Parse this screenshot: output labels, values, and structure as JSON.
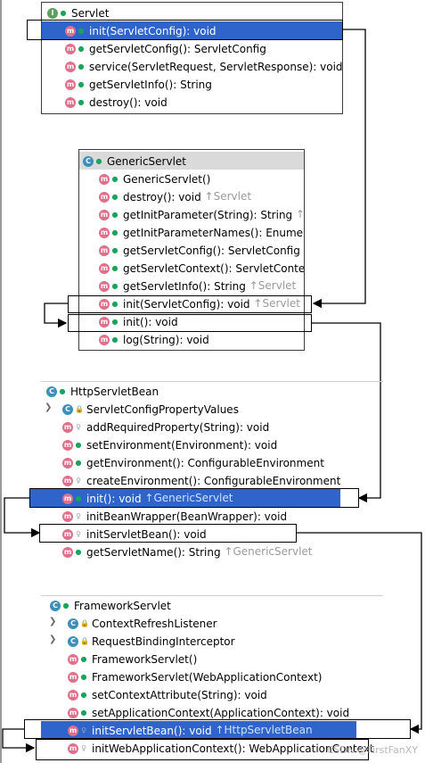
{
  "servlet": {
    "header": "Servlet",
    "rows": [
      {
        "label": "init(ServletConfig): void",
        "ovr": ""
      },
      {
        "label": "getServletConfig(): ServletConfig",
        "ovr": ""
      },
      {
        "label": "service(ServletRequest, ServletResponse): void",
        "ovr": ""
      },
      {
        "label": "getServletInfo(): String",
        "ovr": ""
      },
      {
        "label": "destroy(): void",
        "ovr": ""
      }
    ]
  },
  "generic": {
    "header": "GenericServlet",
    "rows": [
      {
        "label": "GenericServlet()",
        "ovr": ""
      },
      {
        "label": "destroy(): void",
        "ovr": "↑Servlet"
      },
      {
        "label": "getInitParameter(String): String",
        "ovr": "↑S"
      },
      {
        "label": "getInitParameterNames(): Enumer",
        "ovr": ""
      },
      {
        "label": "getServletConfig(): ServletConfig",
        "ovr": "↑"
      },
      {
        "label": "getServletContext(): ServletContex",
        "ovr": ""
      },
      {
        "label": "getServletInfo(): String",
        "ovr": "↑Servlet"
      },
      {
        "label": "init(ServletConfig): void",
        "ovr": "↑Servlet"
      },
      {
        "label": "init(): void",
        "ovr": ""
      },
      {
        "label": "log(String): void",
        "ovr": ""
      }
    ]
  },
  "http": {
    "header": "HttpServletBean",
    "rows": [
      {
        "label": "ServletConfigPropertyValues",
        "ovr": ""
      },
      {
        "label": "addRequiredProperty(String): void",
        "ovr": ""
      },
      {
        "label": "setEnvironment(Environment): void",
        "ovr": ""
      },
      {
        "label": "getEnvironment(): ConfigurableEnvironment",
        "ovr": ""
      },
      {
        "label": "createEnvironment(): ConfigurableEnvironment",
        "ovr": ""
      },
      {
        "label": "init(): void",
        "ovr": "↑GenericServlet"
      },
      {
        "label": "initBeanWrapper(BeanWrapper): void",
        "ovr": ""
      },
      {
        "label": "initServletBean(): void",
        "ovr": ""
      },
      {
        "label": "getServletName(): String",
        "ovr": "↑GenericServlet"
      }
    ]
  },
  "framework": {
    "header": "FrameworkServlet",
    "rows": [
      {
        "label": "ContextRefreshListener",
        "ovr": ""
      },
      {
        "label": "RequestBindingInterceptor",
        "ovr": ""
      },
      {
        "label": "FrameworkServlet()",
        "ovr": ""
      },
      {
        "label": "FrameworkServlet(WebApplicationContext)",
        "ovr": ""
      },
      {
        "label": "setContextAttribute(String): void",
        "ovr": ""
      },
      {
        "label": "setApplicationContext(ApplicationContext): void",
        "ovr": ""
      },
      {
        "label": "initServletBean(): void",
        "ovr": "↑HttpServletBean"
      },
      {
        "label": "initWebApplicationContext(): WebApplicationContext",
        "ovr": ""
      }
    ]
  },
  "watermark": "CSDN @FirstFanXY",
  "colors": {
    "selection": "#2f65ca",
    "method_icon": "#e06f8b",
    "class_icon": "#3c8fb8",
    "interface_icon": "#5ea05e"
  }
}
